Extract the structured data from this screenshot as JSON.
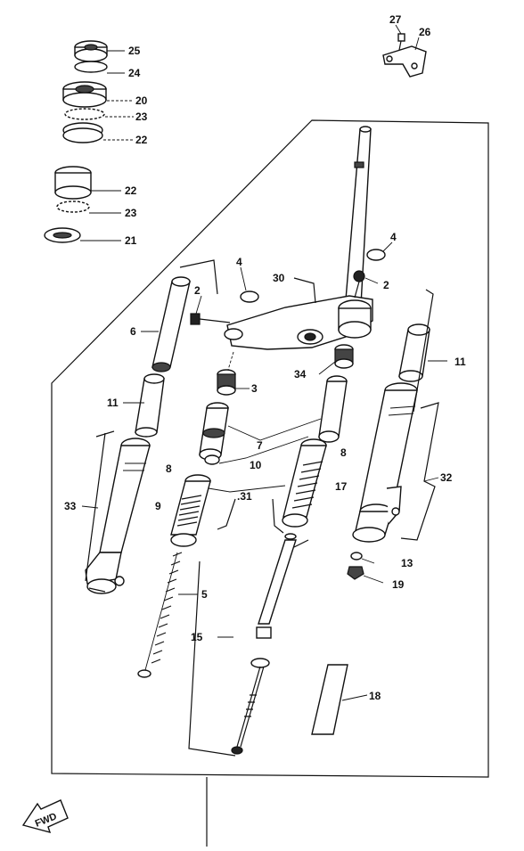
{
  "callouts": {
    "c27": "27",
    "c26": "26",
    "c25": "25",
    "c24": "24",
    "c20": "20",
    "c23a": "23",
    "c22a": "22",
    "c22b": "22",
    "c23b": "23",
    "c21": "21",
    "c4a": "4",
    "c4b": "4",
    "c30": "30",
    "c2a": "2",
    "c2b": "2",
    "c6": "6",
    "c3": "3",
    "c34": "34",
    "c11a": "11",
    "c11b": "11",
    "c7": "7",
    "c10": "10",
    "c8a": "8",
    "c8b": "8",
    "c31": ".31",
    "c9": "9",
    "c17": "17",
    "c32": "32",
    "c33": "33",
    "c13": "13",
    "c19": "19",
    "c5": "5",
    "c15": "15",
    "c18": "18"
  },
  "fwd_label": "FWD",
  "colors": {
    "ink": "#111111",
    "paper": "#ffffff"
  }
}
